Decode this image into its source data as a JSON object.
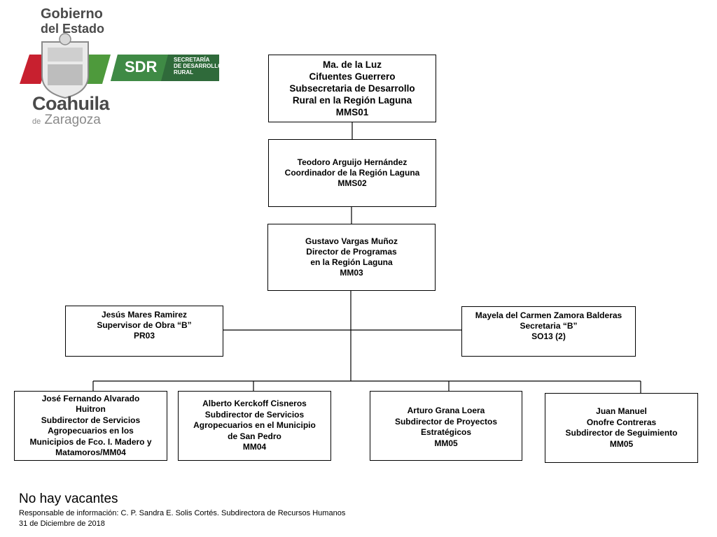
{
  "header": {
    "gobierno": "Gobierno",
    "del_estado": "del Estado",
    "coahuila": "Coahuila",
    "de": "de",
    "zaragoza": "Zaragoza",
    "sdr": "SDR",
    "sdr_sub_1": "SECRETARÍA",
    "sdr_sub_2": "DE DESARROLLO",
    "sdr_sub_3": "RURAL",
    "colors": {
      "red": "#c8202f",
      "green": "#4e9a3c",
      "dark_green": "#2f6a3a",
      "gray": "#4a4a4a"
    }
  },
  "org": {
    "head": {
      "lines": [
        "Ma. de la Luz",
        "Cifuentes Guerrero",
        "Subsecretaria de Desarrollo",
        "Rural en la Región Laguna",
        "MMS01"
      ]
    },
    "coordinator": {
      "lines": [
        "Teodoro Arguijo Hernández",
        "Coordinador de la Región Laguna",
        "MMS02"
      ]
    },
    "director": {
      "lines": [
        "Gustavo Vargas Muñoz",
        "Director de Programas",
        "en la Región Laguna",
        "MM03"
      ]
    },
    "staff_left": {
      "lines": [
        "Jesús Mares Ramirez",
        "Supervisor de Obra “B”",
        "PR03"
      ]
    },
    "staff_right": {
      "lines": [
        "Mayela del Carmen Zamora Balderas",
        "Secretaria “B”",
        "SO13 (2)"
      ]
    },
    "sub1": {
      "lines": [
        "José Fernando Alvarado",
        "Huitron",
        "Subdirector  de Servicios",
        "Agropecuarios en los",
        "Municipios de Fco. I. Madero y",
        "Matamoros/MM04"
      ]
    },
    "sub2": {
      "lines": [
        "Alberto Kerckoff Cisneros",
        "Subdirector de Servicios",
        "Agropecuarios en el Municipio",
        "de  San Pedro",
        "MM04"
      ]
    },
    "sub3": {
      "lines": [
        "Arturo Grana Loera",
        "Subdirector de Proyectos",
        "Estratégicos",
        "MM05"
      ]
    },
    "sub4": {
      "lines": [
        "Juan Manuel",
        "Onofre Contreras",
        "Subdirector de Seguimiento",
        "MM05"
      ]
    }
  },
  "footer": {
    "title": "No  hay vacantes",
    "responsible": "Responsable de información: C. P. Sandra E. Solis Cortés. Subdirectora de Recursos Humanos",
    "date": "31 de Diciembre de 2018"
  }
}
